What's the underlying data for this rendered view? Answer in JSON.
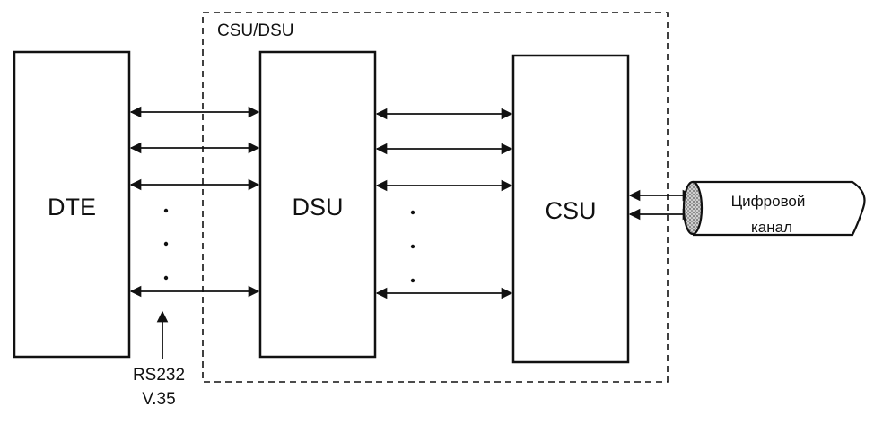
{
  "diagram": {
    "group_label": "CSU/DSU",
    "blocks": {
      "dte": "DTE",
      "dsu": "DSU",
      "csu": "CSU"
    },
    "interface_label_line1": "RS232",
    "interface_label_line2": "V.35",
    "channel_label_line1": "Цифровой",
    "channel_label_line2": "канал"
  }
}
